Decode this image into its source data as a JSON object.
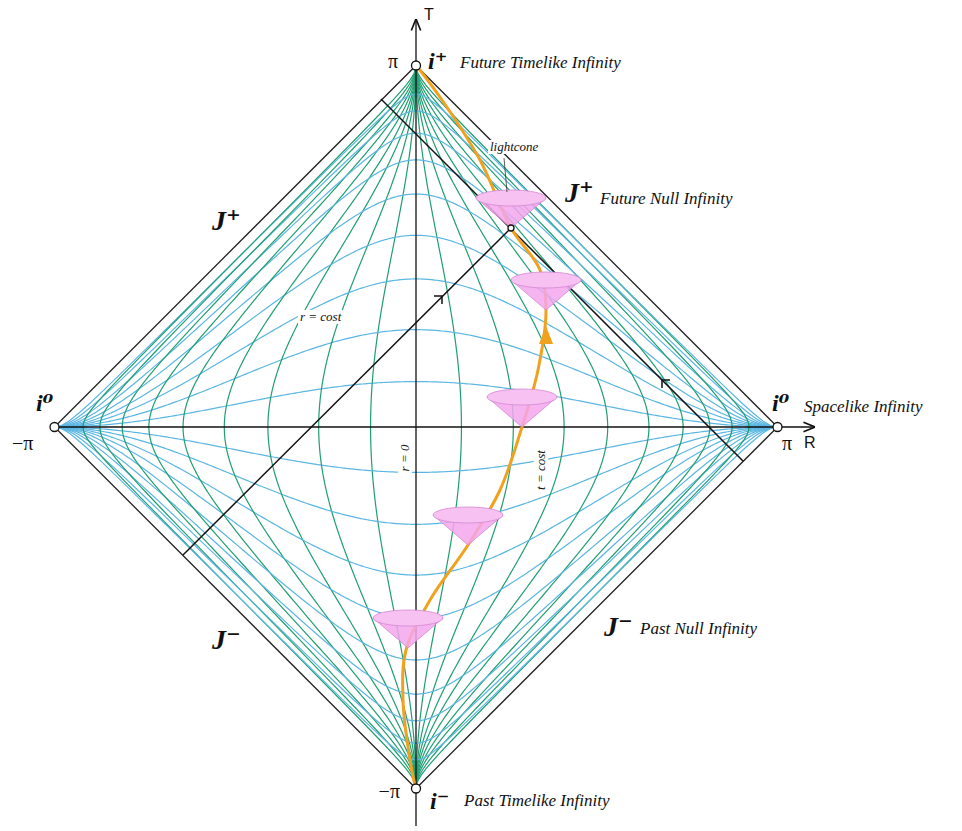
{
  "diagram": {
    "labels": [
      "T",
      "π",
      "i⁺",
      "Future Timelike Infinity",
      "J⁺",
      "lightcone",
      "J⁺",
      "Future Null Infinity",
      "r = cost",
      "i⁰",
      "−π",
      "i⁰",
      "Spacelike Infinity",
      "π",
      "R",
      "r = 0",
      "t = cost",
      "J⁻",
      "J⁻",
      "Past Null Infinity",
      "−π",
      "i⁻",
      "Past Timelike Infinity"
    ]
  }
}
